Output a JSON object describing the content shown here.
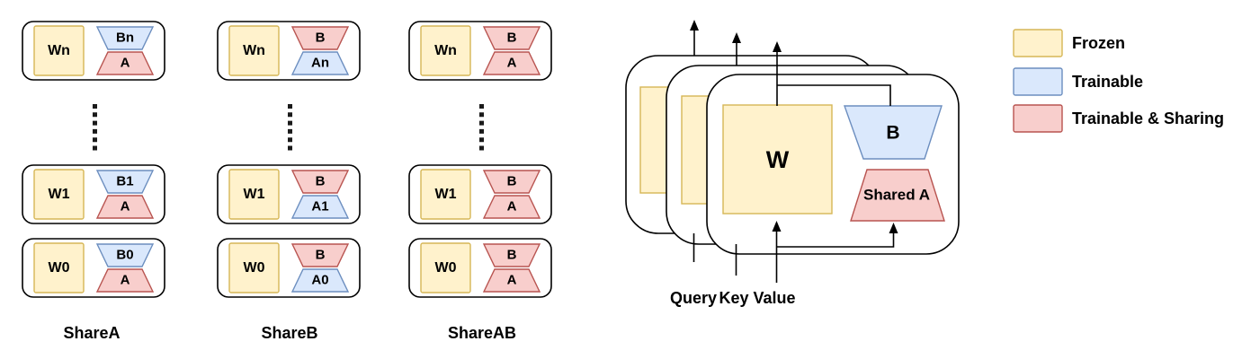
{
  "colors": {
    "frozen_fill": "#FFF2CC",
    "frozen_stroke": "#D6B656",
    "trainable_fill": "#DAE8FC",
    "trainable_stroke": "#6C8EBF",
    "sharing_fill": "#F8CECC",
    "sharing_stroke": "#B85450"
  },
  "columns": [
    {
      "label": "ShareA",
      "blocks": [
        {
          "w": "Wn",
          "b": "Bn",
          "a": "A"
        },
        {
          "w": "W1",
          "b": "B1",
          "a": "A"
        },
        {
          "w": "W0",
          "b": "B0",
          "a": "A"
        }
      ]
    },
    {
      "label": "ShareB",
      "blocks": [
        {
          "w": "Wn",
          "b": "B",
          "a": "An"
        },
        {
          "w": "W1",
          "b": "B",
          "a": "A1"
        },
        {
          "w": "W0",
          "b": "B",
          "a": "A0"
        }
      ]
    },
    {
      "label": "ShareAB",
      "blocks": [
        {
          "w": "Wn",
          "b": "B",
          "a": "A"
        },
        {
          "w": "W1",
          "b": "B",
          "a": "A"
        },
        {
          "w": "W0",
          "b": "B",
          "a": "A"
        }
      ]
    }
  ],
  "attention": {
    "w": "W",
    "b": "B",
    "shared_a": "Shared A",
    "inputs": [
      "Query",
      "Key",
      "Value"
    ]
  },
  "legend": {
    "items": [
      {
        "label": "Frozen"
      },
      {
        "label": "Trainable"
      },
      {
        "label": "Trainable & Sharing"
      }
    ]
  }
}
